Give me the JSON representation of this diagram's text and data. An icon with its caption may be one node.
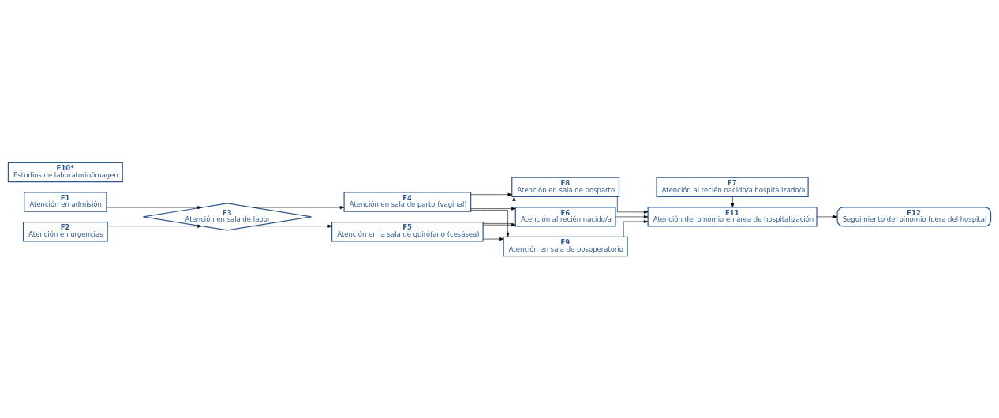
{
  "diagram": {
    "nodes": [
      {
        "text": [
          "F1",
          "Atención en admisión"
        ]
      },
      {
        "text": [
          "F2",
          "Atención en urgencias"
        ]
      },
      {
        "text": [
          "F3",
          "Atención en sala de labor"
        ]
      },
      {
        "text": [
          "F4",
          "Atención en sala de parto (vaginal)"
        ]
      },
      {
        "text": [
          "F5",
          "Atención en la sala de quirófano (cesásea)"
        ]
      },
      {
        "text": [
          "F8",
          "Atención en sala de posparto"
        ]
      },
      {
        "text": [
          "F6",
          "Atención al recién nacido/a"
        ]
      },
      {
        "text": [
          "F7",
          "Atención al recién nacido/a hospitalizado/a"
        ]
      },
      {
        "text": [
          "F9",
          "Atención en sala de posoperatorio"
        ]
      },
      {
        "text": [
          "F11",
          "Atención del binomio en área de hospitalización"
        ]
      },
      {
        "text": [
          "F12",
          "Seguimiento del binomio fuera del hospital"
        ]
      },
      {
        "text": [
          "F10*",
          "Estudios de laboratorio/imagen"
        ]
      }
    ],
    "edges": [
      {
        "from": 0,
        "to": 2,
        "arrow": "to"
      },
      {
        "from": 1,
        "to": 2,
        "arrow": "to"
      },
      {
        "from": 2,
        "to": 3,
        "arrow": "to"
      },
      {
        "from": 2,
        "to": 4,
        "arrow": "to"
      },
      {
        "from": 3,
        "to": 5,
        "arrow": "to"
      },
      {
        "from": 3,
        "to": 6,
        "arrow": "to"
      },
      {
        "from": 3,
        "to": 8,
        "arrow": "to"
      },
      {
        "from": 4,
        "to": 5,
        "arrow": "to"
      },
      {
        "from": 4,
        "to": 6,
        "arrow": "to"
      },
      {
        "from": 4,
        "to": 8,
        "arrow": "to"
      },
      {
        "from": 5,
        "to": 9,
        "arrow": "to"
      },
      {
        "from": 6,
        "to": 9,
        "arrow": "to"
      },
      {
        "from": 7,
        "to": 9,
        "arrow": "to"
      },
      {
        "from": 8,
        "to": 9,
        "arrow": "to"
      },
      {
        "from": 9,
        "to": 10,
        "arrow": "to"
      }
    ]
  }
}
